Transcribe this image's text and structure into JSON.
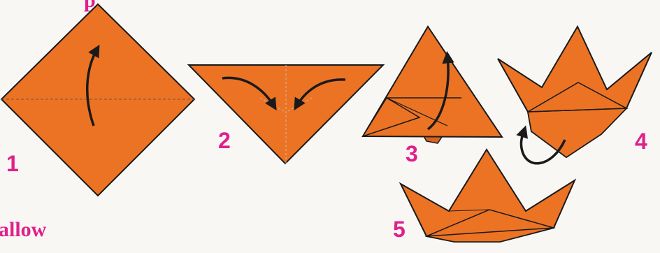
{
  "colors": {
    "paper": "#ec7324",
    "outline": "#1a1a1a",
    "fold_line": "#8a5a3a",
    "label": "#e0208c",
    "background": "#f8f7f4"
  },
  "steps": [
    {
      "number": "1"
    },
    {
      "number": "2"
    },
    {
      "number": "3"
    },
    {
      "number": "4"
    },
    {
      "number": "5"
    }
  ],
  "clipped_text": {
    "top": "p",
    "bottom_left": "allow"
  }
}
